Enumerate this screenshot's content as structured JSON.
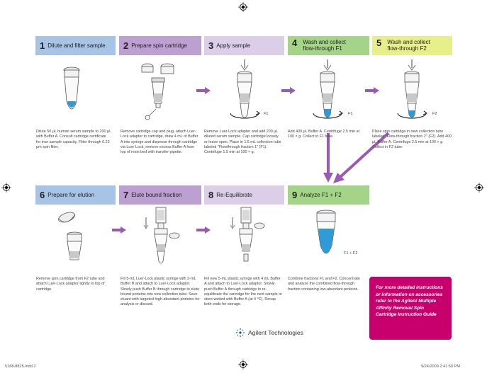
{
  "steps": [
    {
      "num": "1",
      "title": "Dilute and filter sample",
      "color": "#a7c3e6",
      "desc": "Dilute 50 µL human serum sample to 200 µL with Buffer A. Consult cartridge certificate for true sample capacity. Filter through 0.22 µm spin filter."
    },
    {
      "num": "2",
      "title": "Prepare spin cartridge",
      "color": "#bda0d2",
      "desc": "Remove cartridge cap and plug, attach Luer-Lock adapter to cartridge, draw 4 mL of Buffer A into syringe and dispense through cartridge via Luer-Lock, remove excess Buffer A from top of resin bed with transfer pipette."
    },
    {
      "num": "3",
      "title": "Apply sample",
      "color": "#dccde9",
      "desc": "Remove Luer-Lock adapter and add 200 µL diluted serum sample. Cap cartridge loosely or leave open. Place in 1.5 mL collection tube labeled \"Flowthrough fraction 1\" (F1). Centrifuge 1.5 min at 100 × g."
    },
    {
      "num": "4",
      "title_1": "Wash and collect",
      "title_2": "flow-through F1",
      "color": "#a4d488",
      "desc": "Add 400 µL Buffer A. Centrifuge 2.5 min at 100 × g. Collect in F1 tube."
    },
    {
      "num": "5",
      "title_1": "Wash and collect",
      "title_2": "flow-through F2",
      "color": "#e7ef8a",
      "desc": "Place spin cartridge in new collection tube labeled \"Flow-through fraction 2\" (F2). Add 400 µL Buffer A. Centrifuge 2.5 min at 100 × g. Collect in F2 tube."
    },
    {
      "num": "6",
      "title": "Prepare for elution",
      "color": "#a7c3e6",
      "desc": "Remove spin cartridge from F2 tube and attach Luer-Lock adaptor tightly to top of cartridge."
    },
    {
      "num": "7",
      "title": "Elute bound fraction",
      "color": "#bda0d2",
      "desc": "Fill 5-mL Luer-Lock plastic syringe with 2-mL Buffer B and attach to Luer-Lock adaptor. Slowly push Buffer B through cartridge to elute bound proteins into new collection tube. Save eluant with targeted high-abundant proteins for analysis or discard."
    },
    {
      "num": "8",
      "title": "Re-Equilibrate",
      "color": "#dccde9",
      "desc": "Fill new 5-mL plastic syringe with 4 mL Buffer A and attach to Luer-Lock adaptor. Slowly push Buffer A through cartridge to re-equilibrate the cartridge for the next sample or store wetted with Buffer A (at 4 °C). Recap both ends for storage."
    },
    {
      "num": "9",
      "title": "Analyze F1 + F2",
      "color": "#a4d488",
      "desc": "Combine fractions F1 and F2. Concentrate and analyze the combined flow-through fraction containing low-abundant proteins."
    }
  ],
  "labels": {
    "f1_a": "F1",
    "f1_b": "F1",
    "f2": "F2",
    "f1f2": "F1 + F2"
  },
  "promo": "For more detailed instructions or information on accessories refer to the Agilent Multiple Affinity Removal Spin Cartridge Instruction Guide",
  "brand": "Agilent Technologies",
  "footer": {
    "left": "5188-8825.indd   2",
    "right": "9/24/2009   2:41:50 PM"
  },
  "colors": {
    "arrow": "#9b59b6",
    "liquid": "#2f9bd6",
    "promo": "#c8006e"
  }
}
